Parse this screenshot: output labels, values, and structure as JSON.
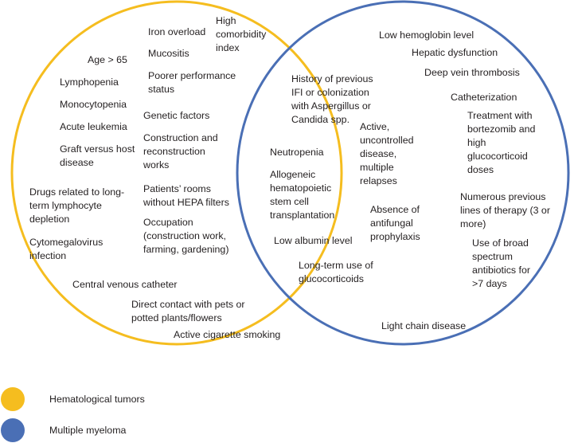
{
  "colors": {
    "hematological": "#f5bd1f",
    "myeloma": "#4a6fb5"
  },
  "left_only": [
    "High comorbidity index",
    "Iron overload",
    "Mucositis",
    "Age > 65",
    "Poorer performance status",
    "Lymphopenia",
    "Monocytopenia",
    "Genetic factors",
    "Acute leukemia",
    "Construction and reconstruction works",
    "Graft versus host disease",
    "Drugs related to long-term lymphocyte depletion",
    "Patients’ rooms without HEPA filters",
    "Occupation (construction work, farming, gardening)",
    "Cytomegalovirus infection",
    "Central venous catheter",
    "Direct contact with pets or potted plants/flowers",
    "Active cigarette smoking"
  ],
  "overlap": [
    "History of previous IFI or colonization with Aspergillus or Candida spp.",
    "Active, uncontrolled disease, multiple relapses",
    "Neutropenia",
    "Allogeneic hematopoietic stem cell transplantation",
    "Absence of antifungal prophylaxis",
    "Low albumin level",
    "Long-term use of glucocorticoids"
  ],
  "right_only": [
    "Low hemoglobin level",
    "Hepatic dysfunction",
    "Deep vein thrombosis",
    "Catheterization",
    "Treatment with bortezomib and high glucocorticoid doses",
    "Numerous previous lines of therapy (3 or more)",
    "Use of broad spectrum antibiotics for >7 days",
    "Light chain disease"
  ],
  "legend": [
    {
      "label": "Hematological tumors",
      "color": "#f5bd1f"
    },
    {
      "label": "Multiple myeloma",
      "color": "#4a6fb5"
    }
  ]
}
